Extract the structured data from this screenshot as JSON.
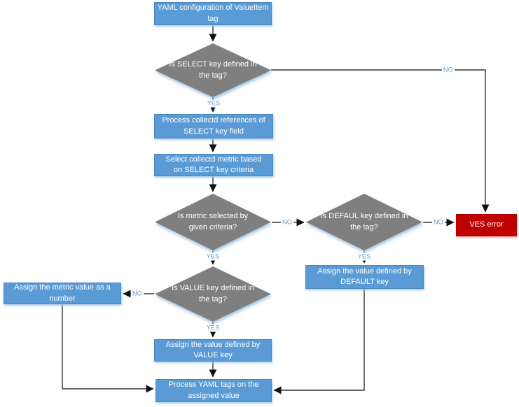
{
  "diagram": {
    "type": "flowchart",
    "colors": {
      "process_fill": "#5b9bd5",
      "decision_fill": "#7f7f7f",
      "error_fill": "#c00000",
      "edge_label_color": "#5b9bd5",
      "connector_color": "#333333",
      "text_color": "#ffffff",
      "background": "#ffffff"
    },
    "nodes": {
      "start": {
        "type": "process",
        "label": "YAML configuration of ValueItem tag"
      },
      "select_key_decision": {
        "type": "decision",
        "label": "Is SELECT key defined in the tag?"
      },
      "process_references": {
        "type": "process",
        "label": "Process collectd references of SELECT key field"
      },
      "select_metric": {
        "type": "process",
        "label": "Select collectd metric based on SELECT key criteria"
      },
      "metric_selected_decision": {
        "type": "decision",
        "label": "Is metric selected by given criteria?"
      },
      "default_key_decision": {
        "type": "decision",
        "label": "Is DEFAUL key defined in the tag?"
      },
      "ves_error": {
        "type": "error",
        "label": "VES error"
      },
      "assign_default": {
        "type": "process",
        "label": "Assign the value defined by DEFAULT key"
      },
      "value_key_decision": {
        "type": "decision",
        "label": "Is VALUE key defined in the tag?"
      },
      "assign_metric_number": {
        "type": "process",
        "label": "Assign the metric value as a number"
      },
      "assign_value": {
        "type": "process",
        "label": "Assign the value defined by VALUE key"
      },
      "process_yaml_tags": {
        "type": "process",
        "label": "Process YAML tags on the assigned value"
      }
    },
    "edge_labels": {
      "yes": "YES",
      "no": "NO"
    }
  }
}
